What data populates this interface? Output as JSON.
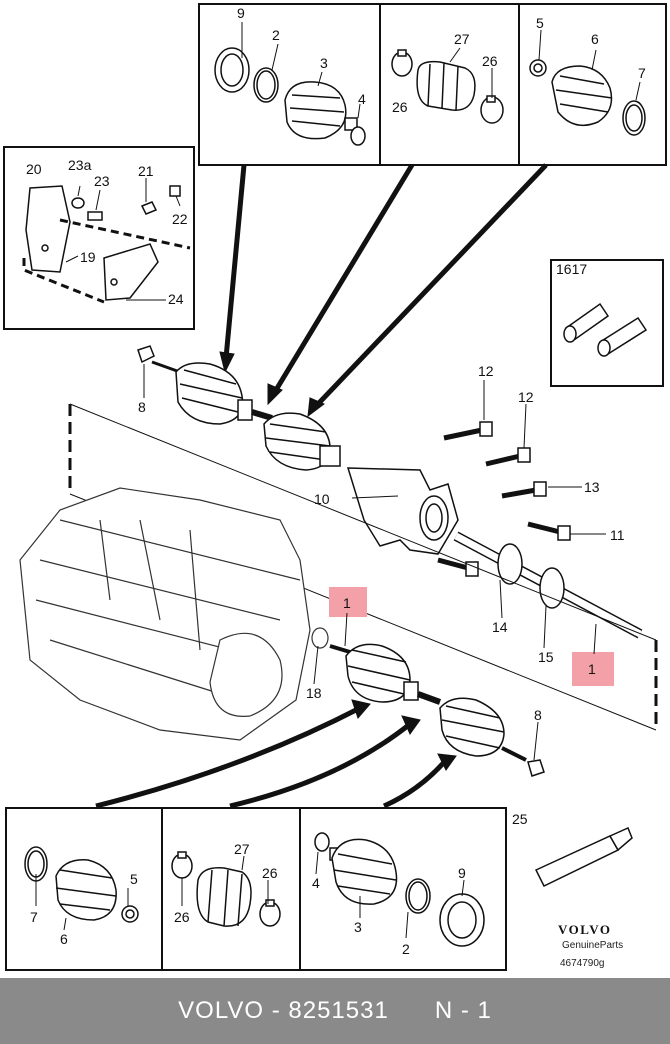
{
  "callouts": {
    "c1": "1",
    "c2": "2",
    "c3": "3",
    "c4": "4",
    "c5": "5",
    "c6": "6",
    "c7": "7",
    "c8": "8",
    "c9": "9",
    "c10": "10",
    "c11": "11",
    "c12": "12",
    "c13": "13",
    "c14": "14",
    "c15": "15",
    "c1617": "1617",
    "c18": "18",
    "c19": "19",
    "c20": "20",
    "c21": "21",
    "c22": "22",
    "c23": "23",
    "c23a": "23a",
    "c24": "24",
    "c25": "25",
    "c26": "26",
    "c27": "27"
  },
  "branding": {
    "logo": "VOLVO",
    "sub": "GenuineParts",
    "code": "4674790g"
  },
  "footer": {
    "brand": "VOLVO",
    "separator": " - ",
    "part_number": "8251531",
    "position": "N - 1"
  },
  "colors": {
    "highlight": "#f4a0a8",
    "footer_bg": "#8a8a8a"
  }
}
